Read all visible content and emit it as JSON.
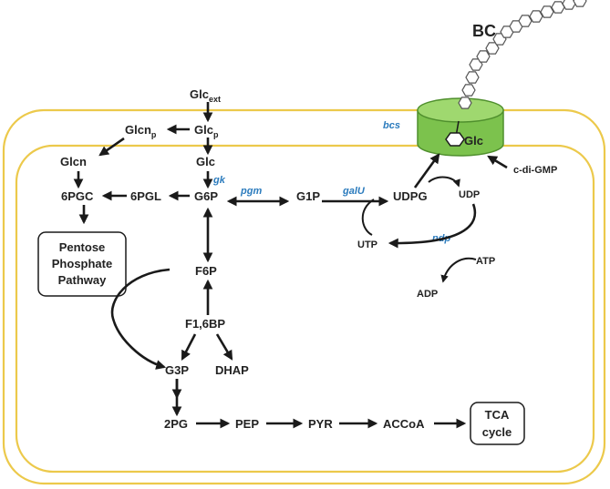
{
  "colors": {
    "membrane": "#ecc94b",
    "enzyme": "#2b7bbd",
    "cellulose_synthase": "#7cc24d",
    "cellulose_synthase_dark": "#4f8f2d",
    "arrow": "#1a1a1a"
  },
  "labels": {
    "bc": "BC",
    "glc_ext_main": "Glc",
    "glc_ext_sub": "ext",
    "glc_p_main": "Glc",
    "glc_p_sub": "p",
    "glcn_p_main": "Glcn",
    "glcn_p_sub": "p",
    "glcn": "Glcn",
    "glc": "Glc",
    "pgc6": "6PGC",
    "pgl6": "6PGL",
    "g6p": "G6P",
    "g1p": "G1P",
    "udpg": "UDPG",
    "udp": "UDP",
    "utp": "UTP",
    "atp": "ATP",
    "adp": "ADP",
    "f6p": "F6P",
    "f16bp": "F1,6BP",
    "g3p": "G3P",
    "dhap": "DHAP",
    "pg2": "2PG",
    "pep": "PEP",
    "pyr": "PYR",
    "accoa": "ACCoA",
    "c_di_gmp": "c-di-GMP",
    "glc_in_bcs": "Glc",
    "pentose_line1": "Pentose",
    "pentose_line2": "Phosphate",
    "pentose_line3": "Pathway",
    "tca_line1": "TCA",
    "tca_line2": "cycle"
  },
  "enzymes": {
    "gk": "gk",
    "pgm": "pgm",
    "galU": "galU",
    "ndp": "ndp",
    "bcs": "bcs"
  },
  "icons": {
    "glucose_unit": "hexagon-icon",
    "cellulose_chain": "hexagon-chain-icon"
  }
}
